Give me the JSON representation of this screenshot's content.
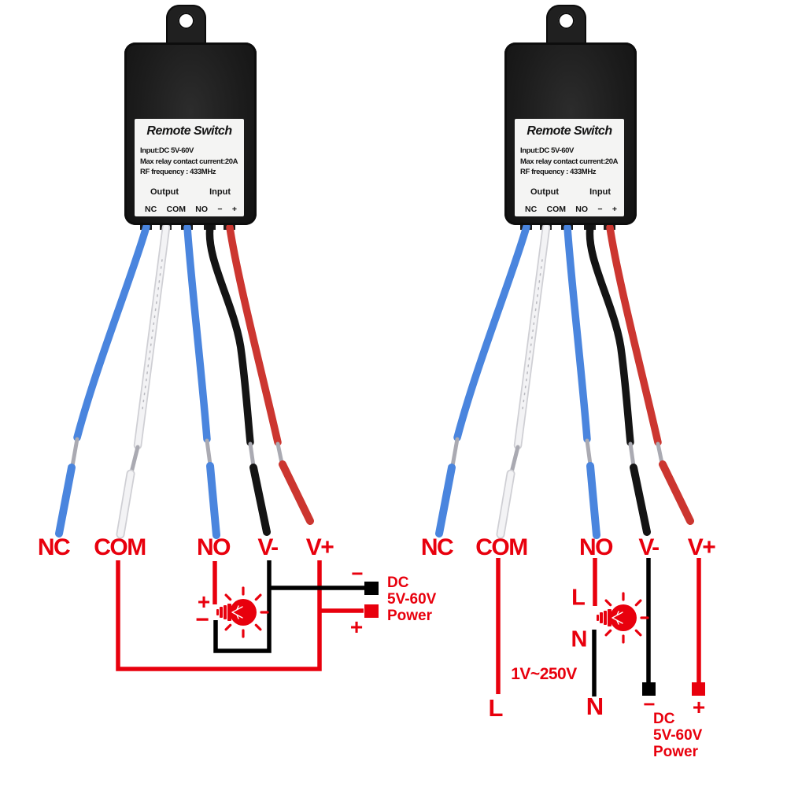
{
  "module": {
    "title": "Remote Switch",
    "specs": [
      "Input:DC 5V-60V",
      "Max relay contact current:20A",
      "RF frequency : 433MHz"
    ],
    "output_header": "Output",
    "input_header": "Input",
    "terminals": [
      "NC",
      "COM",
      "NO",
      "−",
      "+"
    ]
  },
  "left_diagram": {
    "wire_labels": [
      "NC",
      "COM",
      "NO",
      "V-",
      "V+"
    ],
    "bulb_plus": "+",
    "bulb_minus": "−",
    "supply_minus": "−",
    "supply_plus": "+",
    "supply_caption": [
      "DC",
      "5V-60V",
      "Power"
    ]
  },
  "right_diagram": {
    "wire_labels": [
      "NC",
      "COM",
      "NO",
      "V-",
      "V+"
    ],
    "bulb_live": "L",
    "bulb_neutral": "N",
    "mains_live": "L",
    "mains_neutral": "N",
    "mains_voltage": "1V~250V",
    "supply_minus": "−",
    "supply_plus": "+",
    "supply_caption": [
      "DC",
      "5V-60V",
      "Power"
    ]
  },
  "icons": {
    "bulb_icon": "red-light-bulb-with-rays",
    "hole_icon": "hanging-hole"
  },
  "colors": {
    "diagram_red": "#e8000d",
    "wire_blue": "#4a85de",
    "wire_white": "#f3f3f5",
    "wire_black": "#141414",
    "wire_red": "#cc3630",
    "device_body": "#1d1d1d",
    "label_background": "#f4f4f3"
  }
}
